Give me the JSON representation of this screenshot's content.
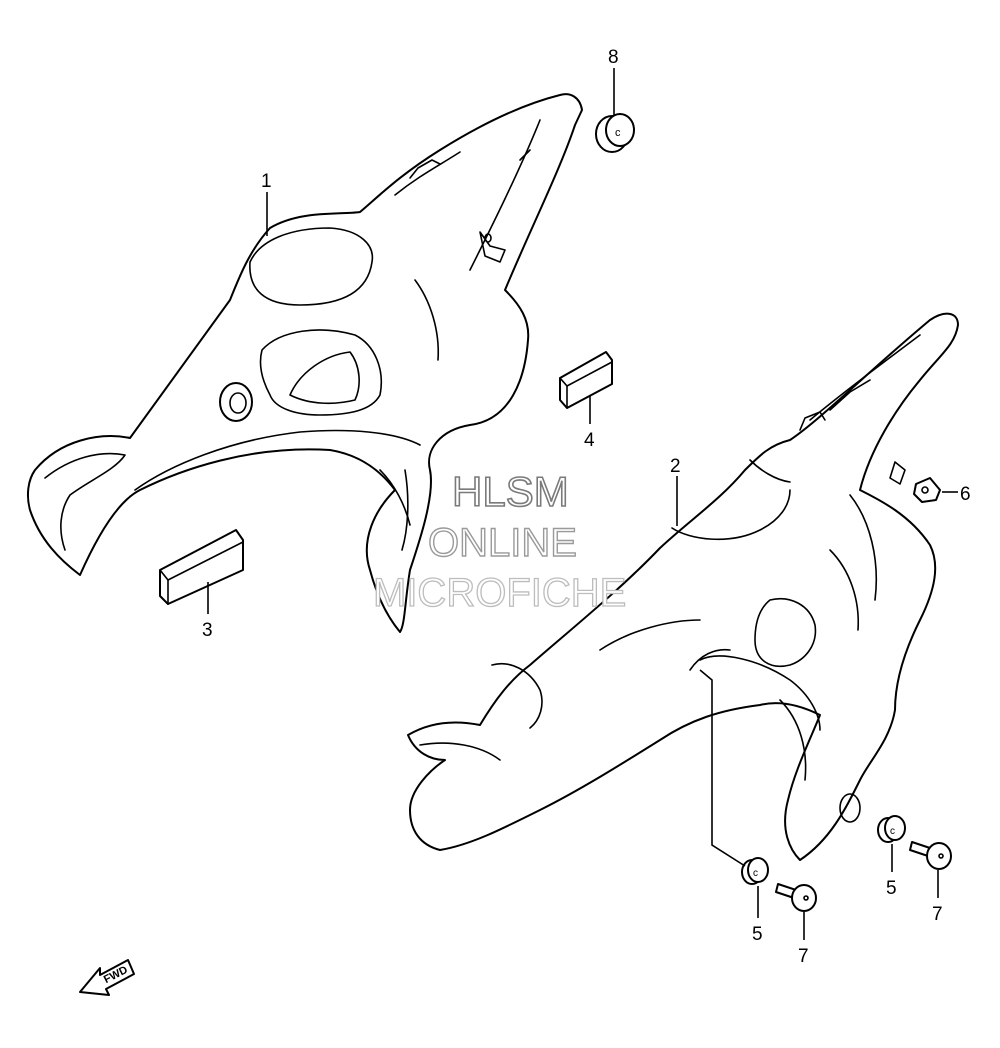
{
  "callouts": {
    "c1": "1",
    "c2": "2",
    "c3": "3",
    "c4": "4",
    "c5a": "5",
    "c5b": "5",
    "c6": "6",
    "c7a": "7",
    "c7b": "7",
    "c8": "8"
  },
  "watermark": {
    "line1": "HLSM",
    "line2": "ONLINE",
    "line3": "MICROFICHE"
  },
  "fwd_label": "FWD"
}
